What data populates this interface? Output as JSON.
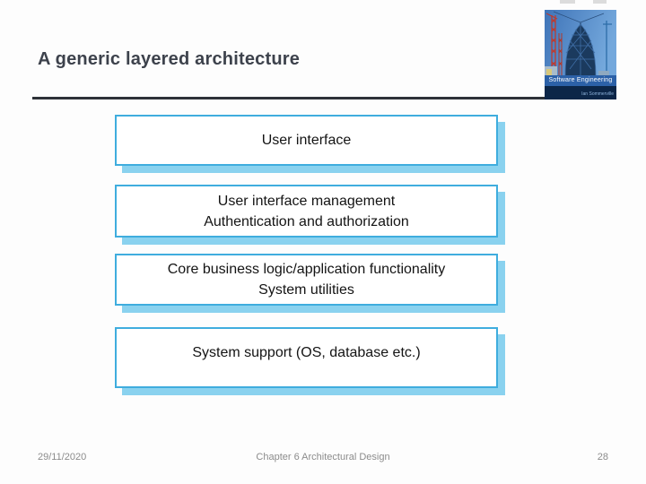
{
  "title": "A generic layered architecture",
  "cover": {
    "title": "Software Engineering",
    "author": "Ian Sommerville"
  },
  "layers": [
    {
      "lines": [
        "User interface"
      ]
    },
    {
      "lines": [
        "User interface management",
        "Authentication and authorization"
      ]
    },
    {
      "lines": [
        "Core business logic/application functionality",
        "System utilities"
      ]
    },
    {
      "lines": [
        "System support (OS, database etc.)"
      ]
    }
  ],
  "footer": {
    "date": "29/11/2020",
    "chapter": "Chapter 6 Architectural Design",
    "page": "28"
  },
  "colors": {
    "slide_bg": "#fdfdfd",
    "title_text": "#3d424c",
    "rule": "#2e3238",
    "accent_border": "#3fadde",
    "accent_shadow": "#8ad2ef",
    "box_text": "#141414",
    "footer_text": "#8c8c8c",
    "cover_band": "#2c61a8",
    "cover_band_dark": "#0c2648",
    "cover_sky": "#4a80c2",
    "cover_crane_red": "#c0392b"
  }
}
